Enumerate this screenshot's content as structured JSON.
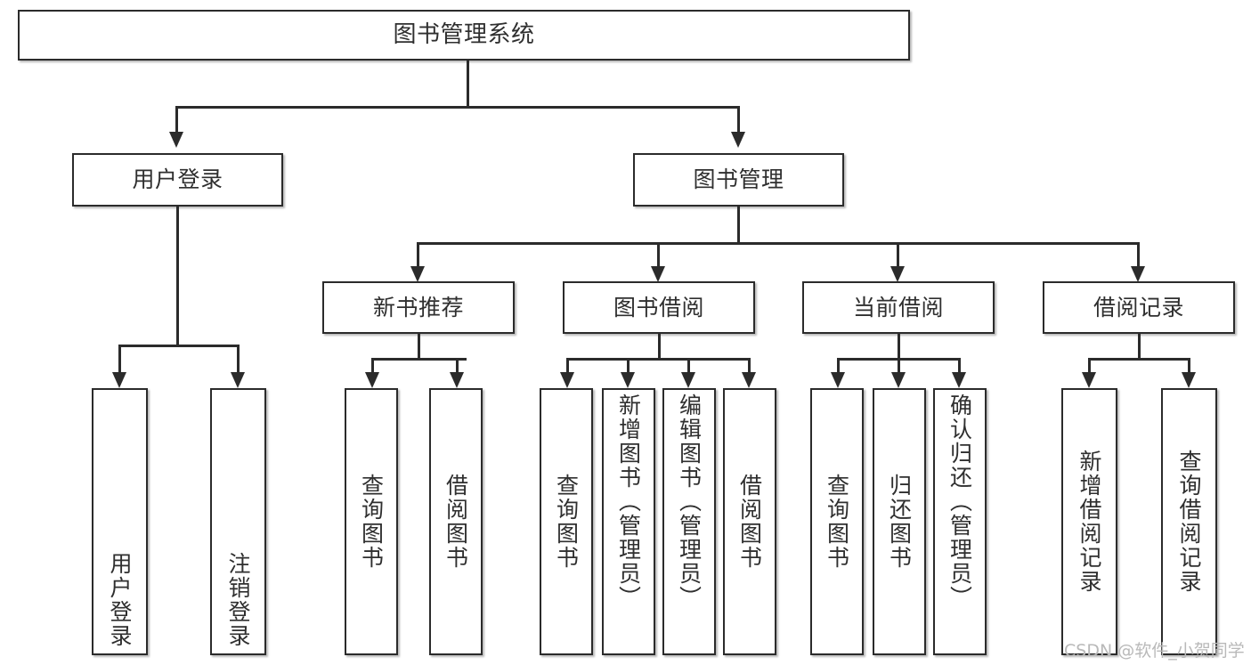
{
  "diagram": {
    "type": "tree-hierarchy",
    "title_node": {
      "label": "图书管理系统"
    },
    "level2": [
      {
        "label": "用户登录"
      },
      {
        "label": "图书管理"
      }
    ],
    "level3": [
      {
        "label": "新书推荐"
      },
      {
        "label": "图书借阅"
      },
      {
        "label": "当前借阅"
      },
      {
        "label": "借阅记录"
      }
    ],
    "leaves": {
      "user_login": [
        {
          "label": "用户登录"
        },
        {
          "label": "注销登录"
        }
      ],
      "new_book_recommend": [
        {
          "label": "查询图书"
        },
        {
          "label": "借阅图书"
        }
      ],
      "book_borrow": [
        {
          "label": "查询图书"
        },
        {
          "label": "新增图书（管理员）"
        },
        {
          "label": "编辑图书（管理员）"
        },
        {
          "label": "借阅图书"
        }
      ],
      "current_borrow": [
        {
          "label": "查询图书"
        },
        {
          "label": "归还图书"
        },
        {
          "label": "确认归还（管理员）"
        }
      ],
      "borrow_record": [
        {
          "label": "新增借阅记录"
        },
        {
          "label": "查询借阅记录"
        }
      ]
    }
  },
  "watermark": {
    "text": "CSDN @软件_小贺同学"
  },
  "colors": {
    "border": "#2b2b2b",
    "text": "#2f2f2f",
    "background": "#ffffff",
    "watermark": "#b9b9b9"
  }
}
